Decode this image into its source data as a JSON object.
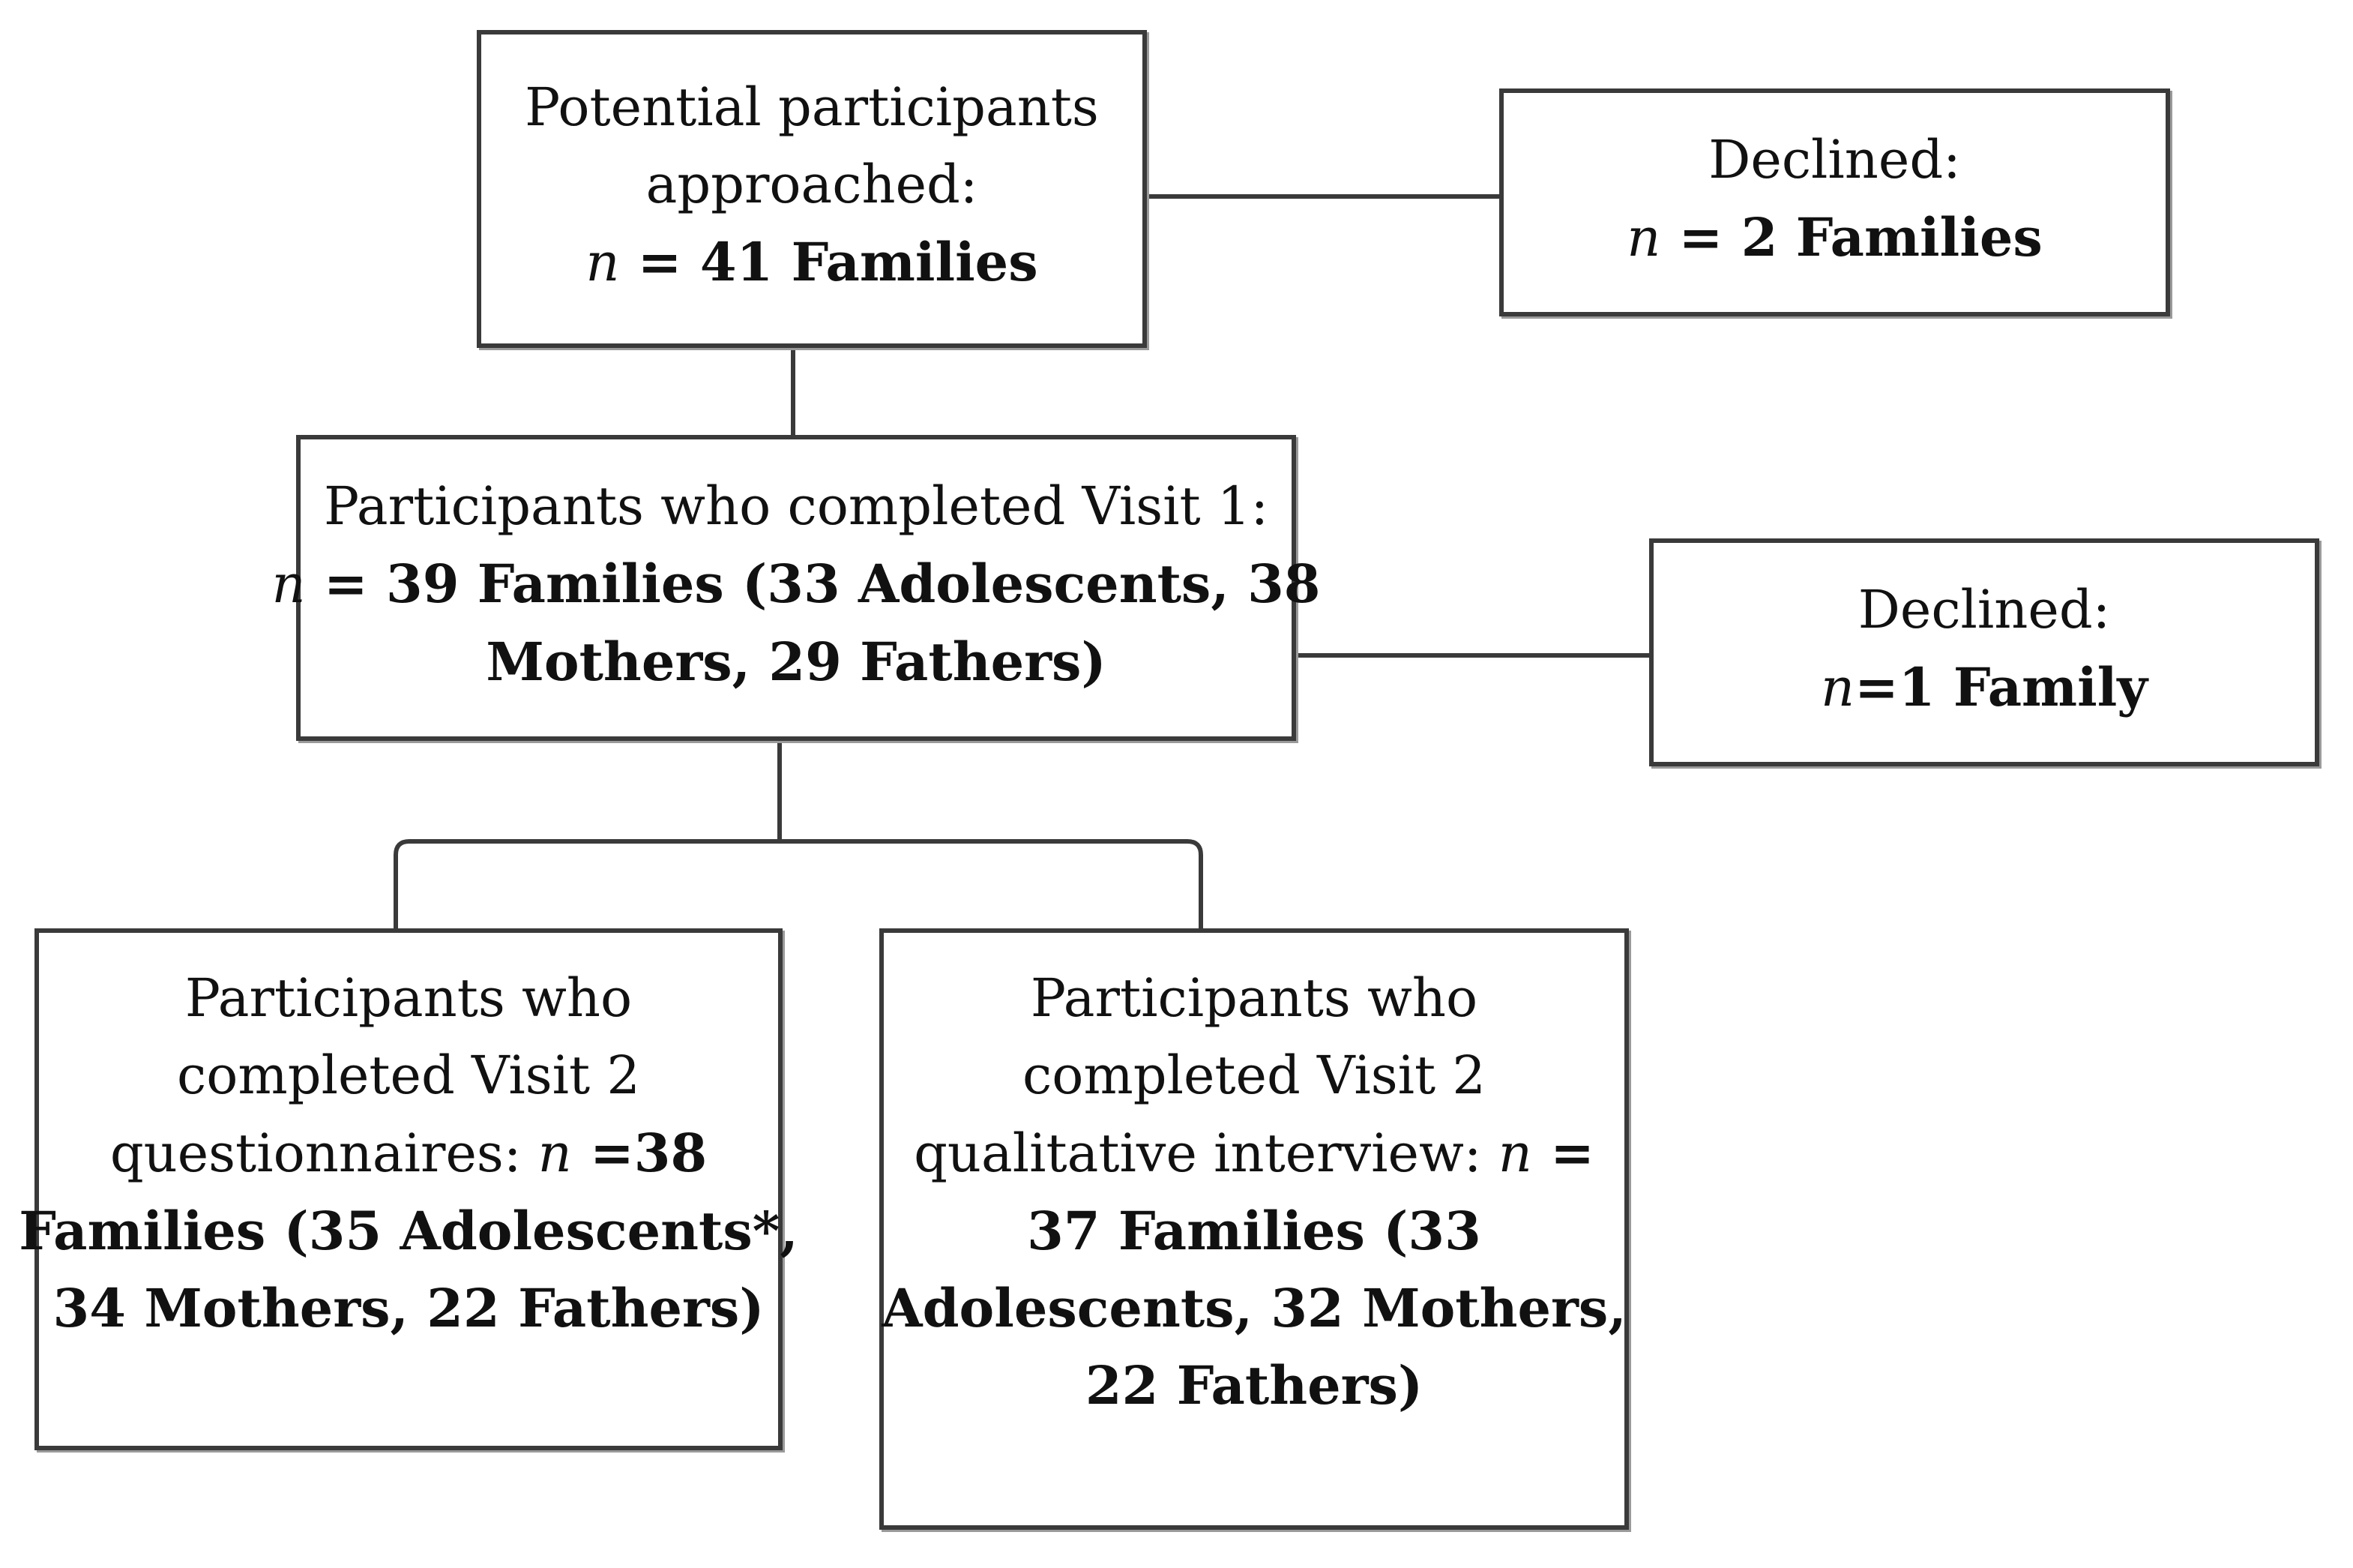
{
  "boxes": {
    "approached": {
      "line1": "Potential participants",
      "line2": "approached:",
      "n_symbol": "n",
      "line3": " = 41 Families"
    },
    "declined_1": {
      "line1": "Declined:",
      "n_symbol": "n",
      "line2": " = 2 Families"
    },
    "visit1": {
      "line1": "Participants who completed Visit 1:",
      "n_symbol": "n",
      "line2": " = 39 Families (33 Adolescents, 38",
      "line3": "Mothers, 29 Fathers)"
    },
    "declined_2": {
      "line1": "Declined:",
      "n_symbol": "n",
      "line2": "=1 Family"
    },
    "visit2_questionnaires": {
      "line1": "Participants who",
      "line2": "completed Visit 2",
      "line3_plain": "questionnaires: ",
      "n_symbol": "n",
      "line3_bold": " =38",
      "line4": "Families (35 Adolescents*,",
      "line5": "34 Mothers, 22 Fathers)"
    },
    "visit2_interview": {
      "line1": "Participants who",
      "line2": "completed Visit 2",
      "line3_plain": "qualitative interview: ",
      "n_symbol": "n",
      "line3_bold": " =",
      "line4": "37 Families (33",
      "line5": "Adolescents, 32 Mothers,",
      "line6": "22 Fathers)"
    }
  }
}
